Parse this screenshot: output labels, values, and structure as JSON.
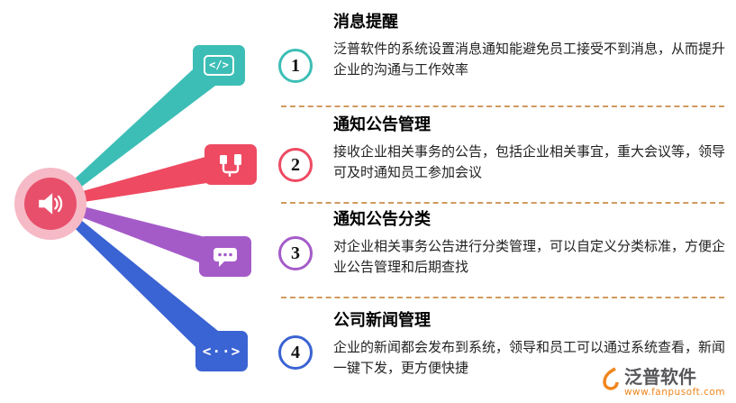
{
  "center": {
    "icon": "megaphone",
    "outer_color": "#f6b9c6",
    "inner_color": "#e84f6b"
  },
  "separator_color": "#d09a5f",
  "items": [
    {
      "number": "1",
      "color": "#3cbeb6",
      "icon": "code-window-icon",
      "icon_glyph": "</>",
      "title": "消息提醒",
      "body": "泛普软件的系统设置消息通知能避免员工接受不到消息，从而提升企业的沟通与工作效率"
    },
    {
      "number": "2",
      "color": "#ee4a62",
      "icon": "usb-cable-icon",
      "icon_glyph": "",
      "title": "通知公告管理",
      "body": "接收企业相关事务的公告，包括企业相关事宜，重大会议等，领导可及时通知员工参加会议"
    },
    {
      "number": "3",
      "color": "#a45bc8",
      "icon": "chat-bubble-icon",
      "icon_glyph": "",
      "title": "通知公告分类",
      "body": "对企业相关事务公告进行分类管理，可以自定义分类标准，方便企业公告管理和后期查找"
    },
    {
      "number": "4",
      "color": "#3a63d3",
      "icon": "code-dots-icon",
      "icon_glyph": "<··>",
      "title": "公司新闻管理",
      "body": "企业的新闻都会发布到系统，领导和员工可以通过系统查看，新闻一键下发，更方便快捷"
    }
  ],
  "logo": {
    "name": "泛普软件",
    "url": "www.fanpusoft.com",
    "accent": "#f0861c",
    "text_color": "#57575b"
  }
}
